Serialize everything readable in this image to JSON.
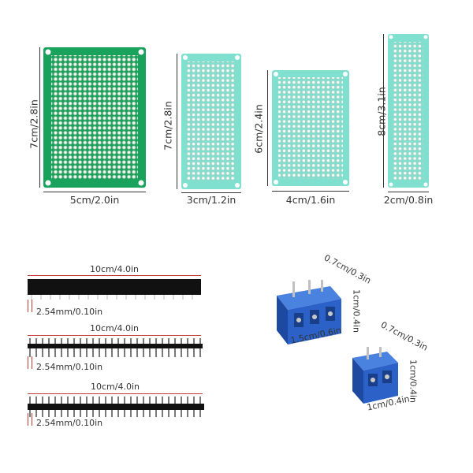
{
  "boards": [
    {
      "id": "board-5x7",
      "width_label": "5cm/2.0in",
      "height_label": "7cm/2.8in",
      "color": "#16a05a"
    },
    {
      "id": "board-3x7",
      "width_label": "3cm/1.2in",
      "height_label": "7cm/2.8in",
      "color": "#7ee2d2"
    },
    {
      "id": "board-4x6",
      "width_label": "4cm/1.6in",
      "height_label": "6cm/2.4in",
      "color": "#7ee2d2"
    },
    {
      "id": "board-2x8",
      "width_label": "2cm/0.8in",
      "height_label": "8cm/3.1in",
      "color": "#7ee2d2"
    }
  ],
  "headers": [
    {
      "id": "female-header",
      "length_label": "10cm/4.0in",
      "pitch_label": "2.54mm/0.10in"
    },
    {
      "id": "male-header-single",
      "length_label": "10cm/4.0in",
      "pitch_label": "2.54mm/0.10in"
    },
    {
      "id": "male-header-double",
      "length_label": "10cm/4.0in",
      "pitch_label": "2.54mm/0.10in"
    }
  ],
  "terminals": [
    {
      "id": "terminal-3pin",
      "top_label": "0.7cm/0.3in",
      "side_label": "1cm/0.4in",
      "width_label": "1.5cm/0.6in",
      "color": "#2a62c8"
    },
    {
      "id": "terminal-2pin",
      "top_label": "0.7cm/0.3in",
      "side_label": "1cm/0.4in",
      "width_label": "1cm/0.4in",
      "color": "#2a62c8"
    }
  ]
}
